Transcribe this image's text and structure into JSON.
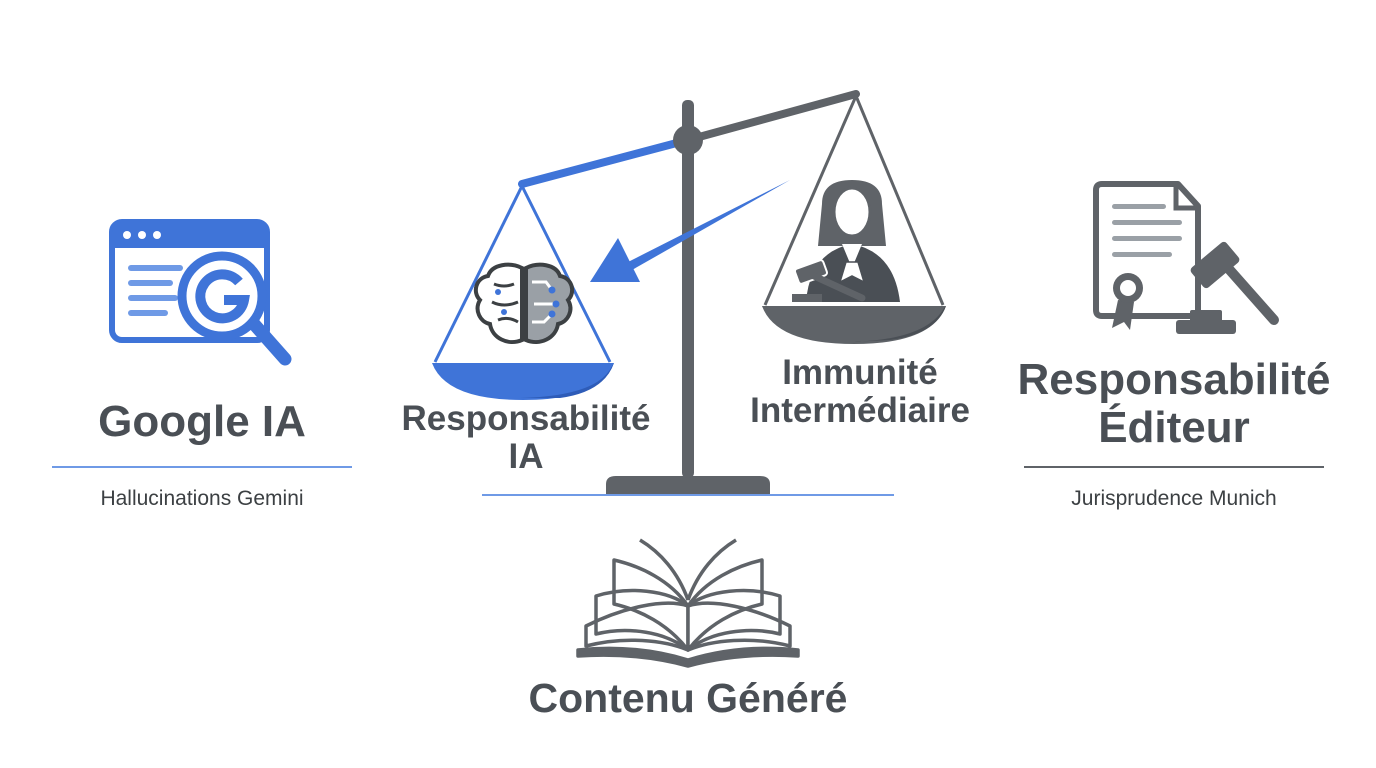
{
  "colors": {
    "blue": "#3f74d8",
    "blue_light": "#6f9ae6",
    "gray_dark": "#5f6368",
    "gray_mid": "#9aa0a6",
    "text": "#4a4f55"
  },
  "left": {
    "icon": "google-search-window-icon",
    "title": "Google IA",
    "subtitle": "Hallucinations Gemini"
  },
  "center": {
    "icon": "scales-of-justice-icon",
    "left_pan": {
      "icon": "ai-brain-icon",
      "label_line1": "Responsabilité",
      "label_line2": "IA"
    },
    "right_pan": {
      "icon": "judge-icon",
      "label_line1": "Immunité",
      "label_line2": "Intermédiaire"
    },
    "arrow_icon": "arrow-icon",
    "bottom_icon": "open-book-icon",
    "bottom_label": "Contenu Généré"
  },
  "right": {
    "icon": "contract-gavel-icon",
    "title_line1": "Responsabilité",
    "title_line2": "Éditeur",
    "subtitle": "Jurisprudence Munich"
  }
}
